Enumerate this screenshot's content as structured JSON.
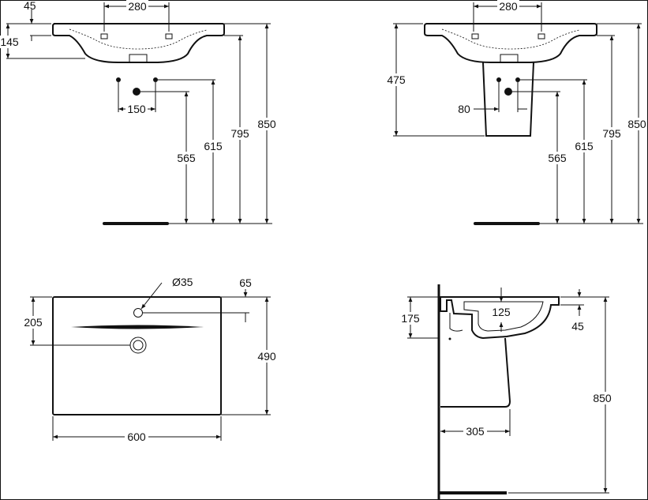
{
  "colors": {
    "line": "#111111",
    "background": "#ffffff"
  },
  "views": {
    "front_wall": {
      "dim_45": "45",
      "dim_280": "280",
      "dim_145": "145",
      "dim_150": "150",
      "dim_565": "565",
      "dim_615": "615",
      "dim_795": "795",
      "dim_850": "850"
    },
    "front_pedestal": {
      "dim_280": "280",
      "dim_475": "475",
      "dim_80": "80",
      "dim_565": "565",
      "dim_615": "615",
      "dim_795": "795",
      "dim_850": "850"
    },
    "top_view": {
      "dim_hole": "Ø35",
      "dim_65": "65",
      "dim_205": "205",
      "dim_490": "490",
      "dim_600": "600"
    },
    "side_view": {
      "dim_175": "175",
      "dim_125": "125",
      "dim_45": "45",
      "dim_850": "850",
      "dim_305": "305"
    }
  }
}
